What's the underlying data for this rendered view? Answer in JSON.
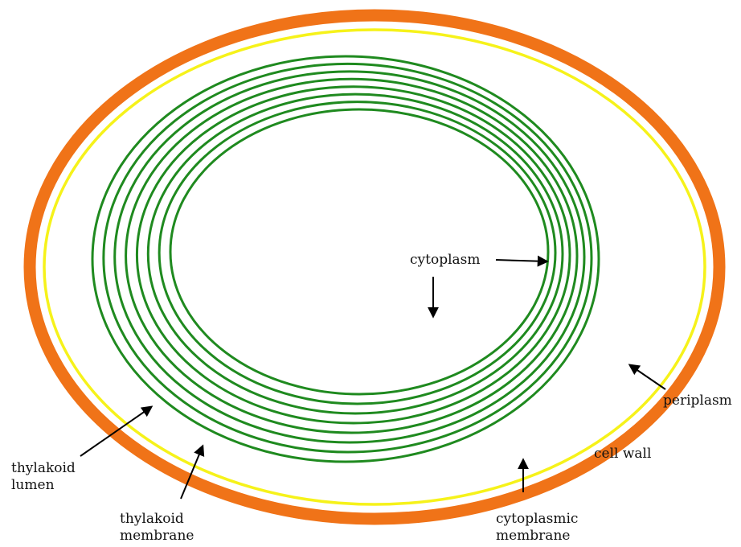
{
  "labels": {
    "cytoplasm": "cytoplasm",
    "periplasm": "periplasm",
    "cell_wall": "cell wall",
    "thylakoid_lumen": [
      "thylakoid",
      "lumen"
    ],
    "thylakoid_membrane": [
      "thylakoid",
      "membrane"
    ],
    "cytoplasmic_membrane": [
      "cytoplasmic",
      "membrane"
    ]
  },
  "colors": {
    "cell_wall": "#f07318",
    "cytoplasmic_membrane": "#f6f21a",
    "thylakoid_membrane": "#1f8a1f",
    "arrow": "#000000",
    "background": "#ffffff"
  },
  "thylakoid_ring_count": 8
}
